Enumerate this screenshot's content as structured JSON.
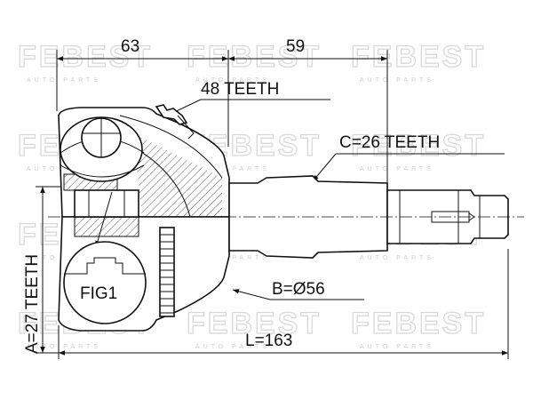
{
  "watermark": {
    "brand": "FEBEST",
    "sub": "AUTO PARTS"
  },
  "dimensions": {
    "width_left": "63",
    "width_right": "59",
    "outer_teeth": "48 TEETH",
    "shaft_teeth": "C=26 TEETH",
    "inner_teeth": "A=27 TEETH",
    "seal_diameter": "B=Ø56",
    "total_length": "L=163"
  },
  "figure_label": "FIG1"
}
